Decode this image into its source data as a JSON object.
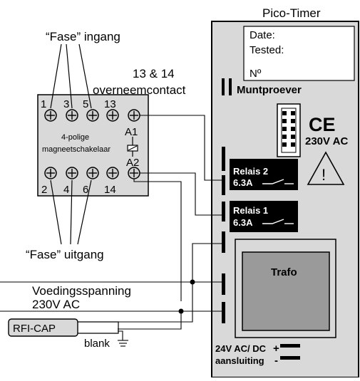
{
  "diagram": {
    "pico_timer_title": "Pico-Timer",
    "date_label": "Date:",
    "tested_label": "Tested:",
    "number_label": "Nº",
    "muntproever_label": "Muntproever",
    "ce_mark": "CE",
    "voltage_rating": "230V AC",
    "relais2_line1": "Relais 2",
    "relais2_line2": "6.3A",
    "relais1_line1": "Relais 1",
    "relais1_line2": "6.3A",
    "trafo_label": "Trafo",
    "dc_line1": "24V AC/ DC",
    "dc_line2": "aansluiting",
    "plus_sign": "+",
    "minus_sign": "-",
    "fase_ingang": "“Fase” ingang",
    "fase_uitgang": "“Fase” uitgang",
    "overneem_line1": "13 & 14",
    "overneem_line2": "overneemcontact",
    "contactor_line1": "4-polige",
    "contactor_line2": "magneetschakelaar",
    "terminal_top": [
      "1",
      "3",
      "5",
      "13"
    ],
    "terminal_bottom": [
      "2",
      "4",
      "6",
      "14"
    ],
    "a1_label": "A1",
    "a2_label": "A2",
    "voeding_line1": "Voedingsspanning",
    "voeding_line2": "230V AC",
    "rfi_cap_label": "RFI-CAP",
    "blank_label": "blank",
    "warning_icon": "warning-triangle-icon",
    "connector_icon": "pin-header-icon",
    "ground_icon": "ground-symbol-icon",
    "coil_icon": "relay-coil-icon",
    "screw_icon": "screw-terminal-icon"
  }
}
